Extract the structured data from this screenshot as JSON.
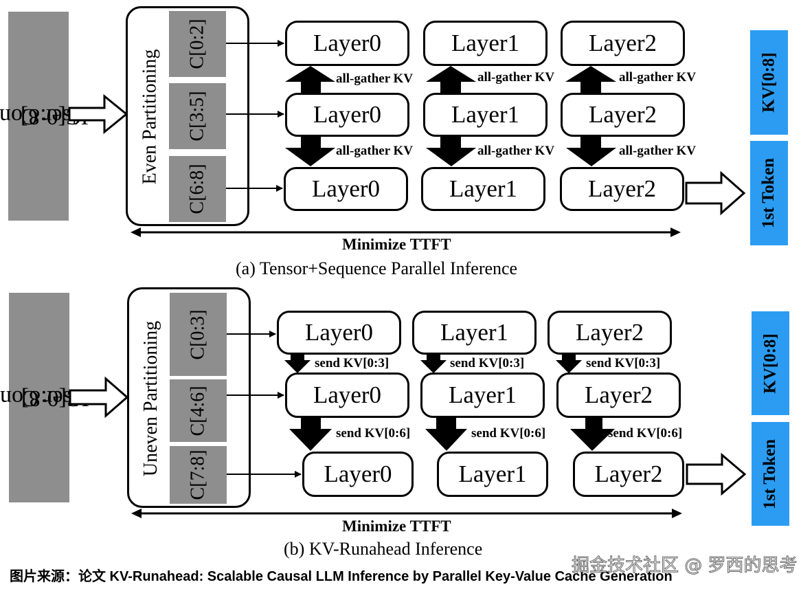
{
  "panels": [
    {
      "id": "a",
      "user_context": {
        "line1": "User Context",
        "line2": "C[0:8]"
      },
      "partition_label": "Even Partitioning",
      "chunks": [
        "C[0:2]",
        "C[3:5]",
        "C[6:8]"
      ],
      "rows": [
        [
          "Layer0",
          "Layer1",
          "Layer2"
        ],
        [
          "Layer0",
          "Layer1",
          "Layer2"
        ],
        [
          "Layer0",
          "Layer1",
          "Layer2"
        ]
      ],
      "transfer_labels": [
        [
          "all-gather KV",
          "all-gather KV",
          "all-gather KV"
        ],
        [
          "all-gather KV",
          "all-gather KV",
          "all-gather KV"
        ]
      ],
      "outputs": {
        "kv": "KV[0:8]",
        "token": "1st Token"
      },
      "axis_label": "Minimize TTFT",
      "caption": "(a)  Tensor+Sequence Parallel Inference"
    },
    {
      "id": "b",
      "user_context": {
        "line1": "User Context",
        "line2": "C[0:8]"
      },
      "partition_label": "Uneven Partitioning",
      "chunks": [
        "C[0:3]",
        "C[4:6]",
        "C[7:8]"
      ],
      "rows": [
        [
          "Layer0",
          "Layer1",
          "Layer2"
        ],
        [
          "Layer0",
          "Layer1",
          "Layer2"
        ],
        [
          "Layer0",
          "Layer1",
          "Layer2"
        ]
      ],
      "transfer_labels": [
        [
          "send KV[0:3]",
          "send KV[0:3]",
          "send KV[0:3]"
        ],
        [
          "send KV[0:6]",
          "send KV[0:6]",
          "send KV[0:6]"
        ]
      ],
      "outputs": {
        "kv": "KV[0:8]",
        "token": "1st Token"
      },
      "axis_label": "Minimize TTFT",
      "caption": "(b)  KV-Runahead Inference"
    }
  ],
  "source_note": "图片来源：论文 KV-Runahead: Scalable Causal LLM Inference by Parallel Key-Value Cache Generation",
  "watermark": "掘金技术社区 @ 罗西的思考",
  "colors": {
    "context_gray": "#8e8e8e",
    "output_blue": "#2b9cf2"
  }
}
